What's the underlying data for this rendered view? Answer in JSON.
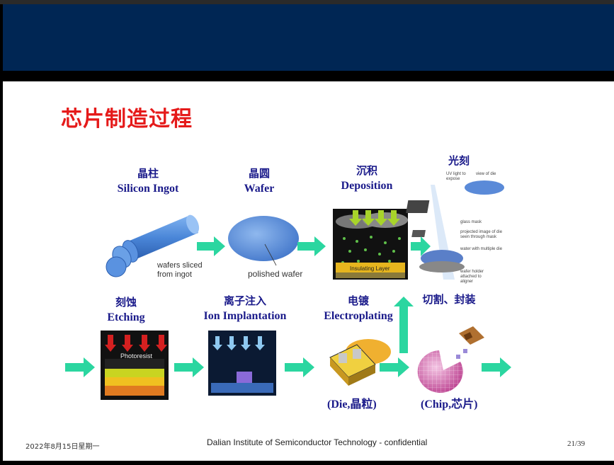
{
  "slide": {
    "title": "芯片制造过程",
    "steps": {
      "ingot": {
        "cn": "晶柱",
        "en": "Silicon  Ingot",
        "note": "wafers sliced from ingot"
      },
      "wafer": {
        "cn": "晶圆",
        "en": "Wafer",
        "note": "polished wafer"
      },
      "deposition": {
        "cn": "沉积",
        "en": "Deposition",
        "note": "Insulating Layer"
      },
      "litho": {
        "cn": "光刻",
        "notes": {
          "uv": "UV light to expose",
          "view": "view of die",
          "mask": "glass mask",
          "projected": "projected image of die seen through mask",
          "water": "water with multiple die",
          "holder": "wafer holder attached to aligner"
        }
      },
      "etching": {
        "cn": "刻蚀",
        "en": "Etching",
        "note": "Photoresist"
      },
      "ion": {
        "cn": "离子注入",
        "en": "Ion Implantation"
      },
      "electroplating": {
        "cn": "电镀",
        "en": "Electroplating"
      },
      "cut_package": {
        "cn": "切割、封装"
      },
      "die": {
        "caption": "(Die,晶粒)"
      },
      "chip": {
        "caption": "(Chip,芯片)"
      }
    },
    "footer": {
      "date": "2022年8月15日星期一",
      "center": "Dalian Institute of Semiconductor Technology - confidential",
      "page": "21/39"
    }
  },
  "colors": {
    "header": "#002654",
    "title": "#e51a1a",
    "label": "#1a1a8a",
    "arrow": "#2bd6a0"
  }
}
